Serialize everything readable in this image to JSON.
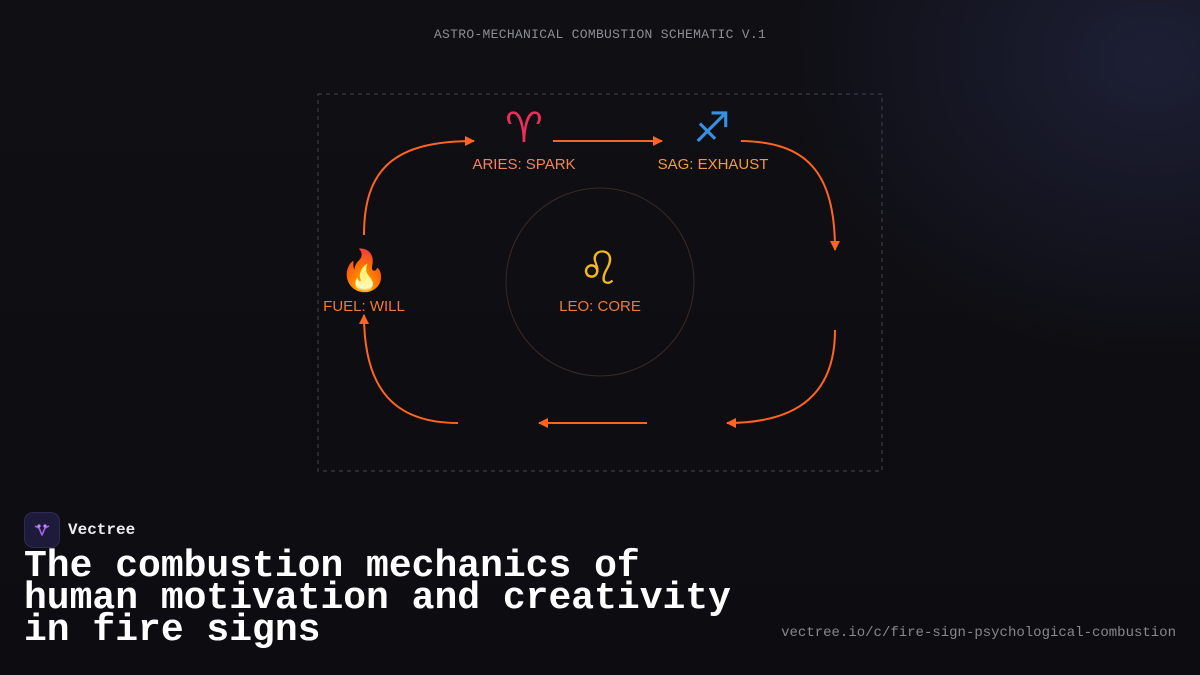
{
  "schematic_title": "ASTRO-MECHANICAL COMBUSTION SCHEMATIC V.1",
  "nodes": {
    "aries": {
      "glyph": "♈",
      "label": "ARIES: SPARK",
      "icon": "aries-icon"
    },
    "sag": {
      "glyph": "♐",
      "label": "SAG: EXHAUST",
      "icon": "sagittarius-icon"
    },
    "fuel": {
      "glyph": "🔥",
      "label": "FUEL: WILL",
      "icon": "fire-icon"
    },
    "leo": {
      "glyph": "♌",
      "label": "LEO: CORE",
      "icon": "leo-icon"
    }
  },
  "colors": {
    "arrow": "#ff6420",
    "label": "#f07a35",
    "frame": "#3a3a44",
    "background": "#0e0e12"
  },
  "brand": {
    "name": "Vectree",
    "icon": "vectree-logo-icon"
  },
  "headline": "The combustion mechanics of human motivation and creativity in fire signs",
  "url": "vectree.io/c/fire-sign-psychological-combustion"
}
